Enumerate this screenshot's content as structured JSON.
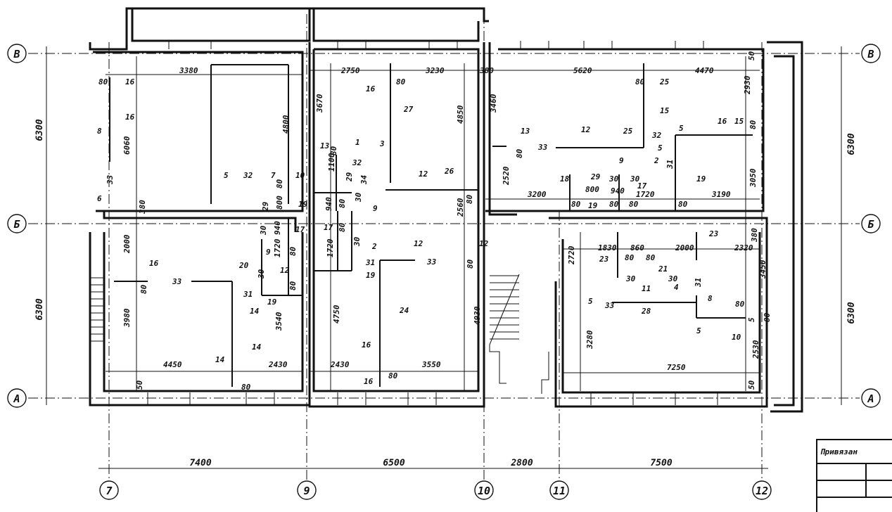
{
  "axes": {
    "horizontal": [
      {
        "label": "В"
      },
      {
        "label": "Б"
      },
      {
        "label": "А"
      }
    ],
    "vertical": [
      {
        "label": "7"
      },
      {
        "label": "9"
      },
      {
        "label": "10"
      },
      {
        "label": "11"
      },
      {
        "label": "12"
      }
    ]
  },
  "overall_dims": {
    "bottom": [
      "7400",
      "6500",
      "2800",
      "7500"
    ],
    "left": [
      "6300",
      "6300"
    ],
    "right": [
      "6300",
      "6300"
    ]
  },
  "labels": [
    "3380",
    "4800",
    "80",
    "16",
    "16",
    "8",
    "6060",
    "33",
    "6",
    "380",
    "2000",
    "16",
    "80",
    "33",
    "3980",
    "4450",
    "50",
    "5",
    "32",
    "7",
    "10",
    "29",
    "80",
    "800",
    "19",
    "30",
    "940",
    "17",
    "1720",
    "80",
    "9",
    "20",
    "30",
    "12",
    "31",
    "80",
    "19",
    "14",
    "3540",
    "14",
    "14",
    "80",
    "2430",
    "2750",
    "3230",
    "380",
    "16",
    "80",
    "3670",
    "13",
    "80",
    "1",
    "3",
    "32",
    "27",
    "4850",
    "1100",
    "29",
    "34",
    "12",
    "26",
    "940",
    "80",
    "30",
    "9",
    "80",
    "2560",
    "17",
    "80",
    "1720",
    "30",
    "2",
    "31",
    "12",
    "33",
    "12",
    "80",
    "19",
    "4750",
    "24",
    "4930",
    "16",
    "2430",
    "3550",
    "16",
    "80",
    "5620",
    "4470",
    "50",
    "80",
    "25",
    "3460",
    "13",
    "80",
    "33",
    "15",
    "12",
    "25",
    "32",
    "5",
    "16",
    "15",
    "80",
    "2930",
    "5",
    "2",
    "31",
    "9",
    "29",
    "30",
    "30",
    "18",
    "800",
    "940",
    "17",
    "1720",
    "19",
    "80",
    "19",
    "80",
    "80",
    "80",
    "2520",
    "3200",
    "3190",
    "3050",
    "1830",
    "860",
    "2000",
    "23",
    "2320",
    "380",
    "2720",
    "80",
    "80",
    "23",
    "21",
    "30",
    "30",
    "11",
    "4",
    "31",
    "3450",
    "5",
    "33",
    "28",
    "8",
    "5",
    "80",
    "5",
    "10",
    "3280",
    "7250",
    "2530",
    "50",
    "80"
  ],
  "stamp": {
    "title": "Привязан"
  }
}
